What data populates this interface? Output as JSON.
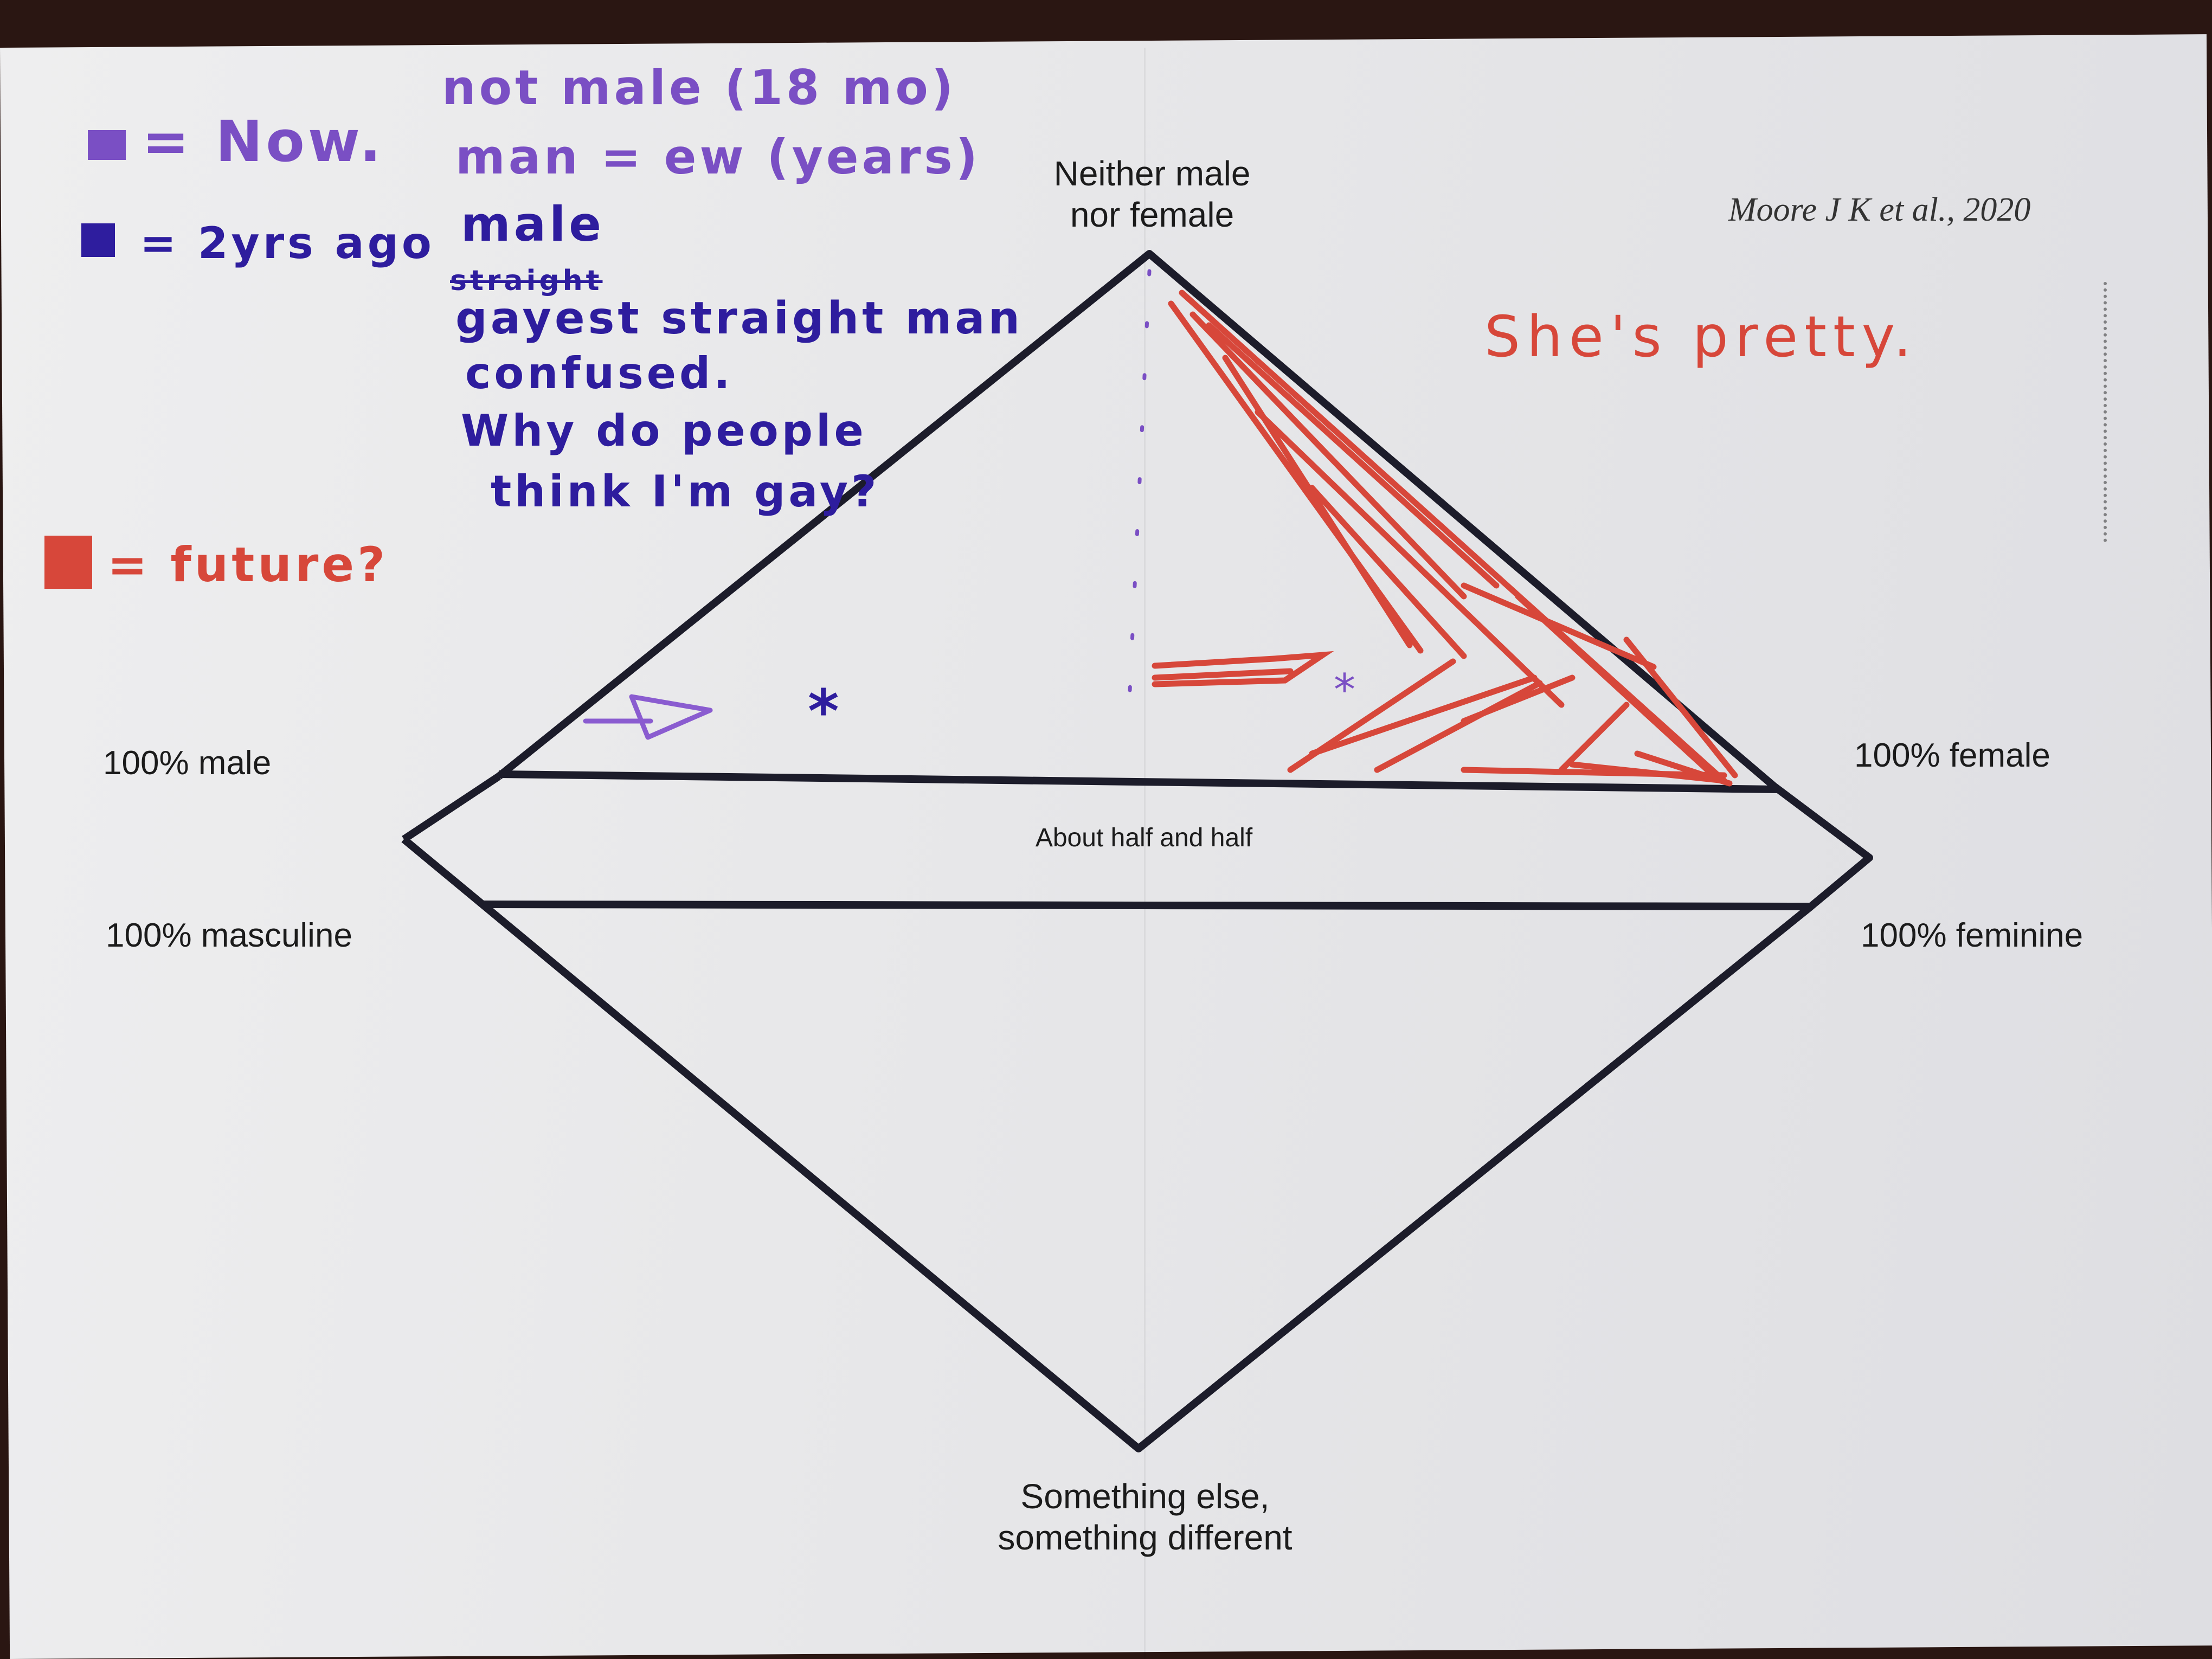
{
  "diagram": {
    "top_label": "Neither male\nnor female",
    "bottom_label": "Something else,\nsomething different",
    "left_upper": "100% male",
    "right_upper": "100% female",
    "left_lower": "100% masculine",
    "right_lower": "100% feminine",
    "middle_band": "About half and half",
    "citation": "Moore J K et al., 2020"
  },
  "legend": {
    "now": "= Now.",
    "two_years": "= 2yrs ago",
    "future": "= future?"
  },
  "notes": {
    "line1": "not male (18 mo)",
    "line2": "man = ew (years)",
    "line3": "male",
    "line4_struck": "straight",
    "line5": "gayest straight man",
    "line6": "confused.",
    "line7": "Why do people",
    "line8": "think I'm gay?"
  },
  "annotation": "She's pretty.",
  "colors": {
    "now": "#7a4fc4",
    "two_years_ago": "#2e1d9e",
    "future": "#d7473a",
    "lines": "#1c1c2a"
  }
}
